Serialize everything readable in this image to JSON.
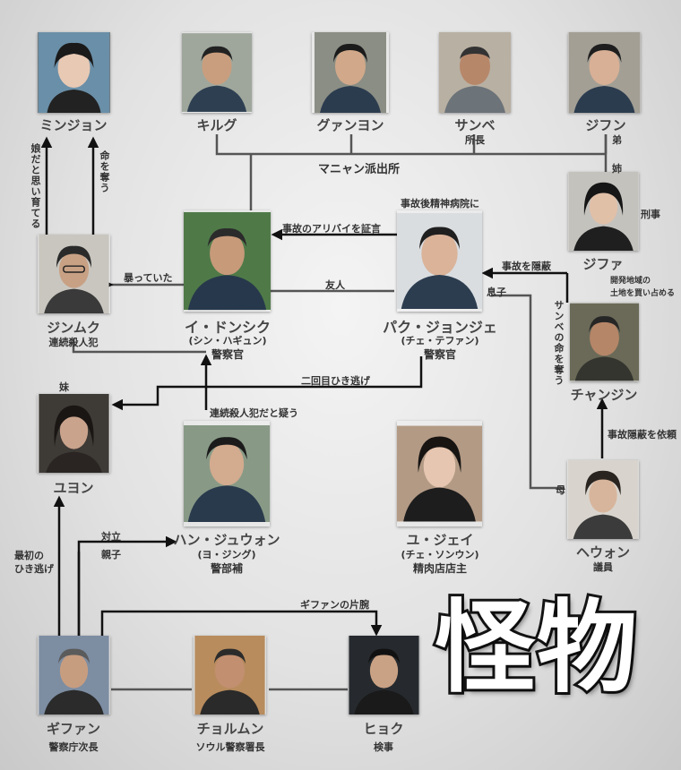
{
  "title": "怪物",
  "colors": {
    "line": "#555555",
    "arrow": "#111111",
    "photo_bg": "#6f6f6f"
  },
  "characters": {
    "minjon": {
      "name": "ミンジョン"
    },
    "kirgu": {
      "name": "キルグ"
    },
    "gwanyon": {
      "name": "グァンヨン"
    },
    "sanbe": {
      "name": "サンベ",
      "role": "所長"
    },
    "jifun": {
      "name": "ジフン"
    },
    "jinmuku": {
      "name": "ジンムク",
      "role": "連続殺人犯"
    },
    "idonshiku": {
      "name": "イ・ドンシク",
      "actor": "(シン・ハギュン)",
      "role": "警察官"
    },
    "parkjonje": {
      "name": "パク・ジョンジェ",
      "actor": "(チェ・テファン)",
      "role": "警察官",
      "note": "事故後精神病院に"
    },
    "jifa": {
      "name": "ジファ",
      "role": "刑事"
    },
    "yuyon": {
      "name": "ユヨン"
    },
    "hanjuwon": {
      "name": "ハン・ジュウォン",
      "actor": "(ヨ・ジング)",
      "role": "警部補"
    },
    "yujei": {
      "name": "ユ・ジェイ",
      "actor": "(チェ・ソンウン)",
      "role": "精肉店店主"
    },
    "chanjin": {
      "name": "チャンジン"
    },
    "hewon": {
      "name": "ヘウォン",
      "role": "議員"
    },
    "gifan": {
      "name": "ギファン",
      "role": "警察庁次長"
    },
    "chorumun": {
      "name": "チョルムン",
      "role": "ソウル警察署長"
    },
    "hyoku": {
      "name": "ヒョク",
      "role": "検事"
    }
  },
  "relations": {
    "police_box": "マニャン派出所",
    "daughter_raise": "娘だと思い育てる",
    "take_life": "命を奪う",
    "younger_brother": "弟",
    "older_sister": "姉",
    "alibi": "事故のアリバイを証言",
    "abused": "暴っていた",
    "friend": "友人",
    "hide_accident": "事故を隠蔽",
    "son": "息子",
    "develop": "開発地域の",
    "develop2": "土地を買い占める",
    "sanbe_life": "サンベの命を奪う",
    "second_hitrun": "二回目ひき逃げ",
    "younger_sister": "妹",
    "suspect": "連続殺人犯だと疑う",
    "cover_request": "事故隠蔽を依頼",
    "mother": "母",
    "oppose": "対立",
    "parent_child": "親子",
    "first_hitrun": "最初の",
    "first_hitrun2": "ひき逃げ",
    "right_hand": "ギファンの片腕"
  }
}
